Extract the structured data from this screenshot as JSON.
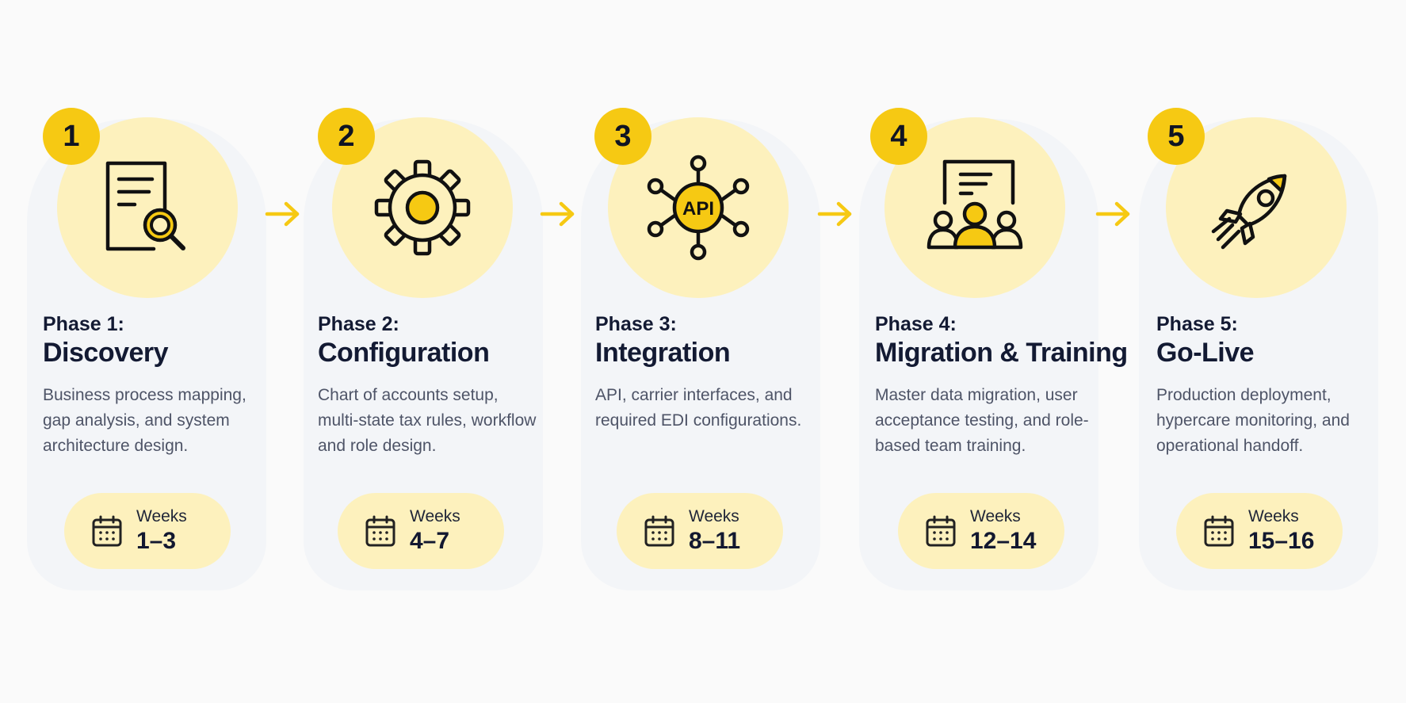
{
  "accent_color": "#f6c913",
  "soft_yellow": "#fdf1bd",
  "phases": [
    {
      "number": "1",
      "phase_label": "Phase 1:",
      "title": "Discovery",
      "description": "Business process mapping, gap analysis, and system architecture design.",
      "icon": "document-search-icon",
      "weeks_label": "Weeks",
      "weeks": "1–3"
    },
    {
      "number": "2",
      "phase_label": "Phase 2:",
      "title": "Configuration",
      "description": "Chart of accounts setup, multi-state tax rules, workflow and role design.",
      "icon": "gear-icon",
      "weeks_label": "Weeks",
      "weeks": "4–7"
    },
    {
      "number": "3",
      "phase_label": "Phase 3:",
      "title": "Integration",
      "description": "API, carrier interfaces, and required EDI configurations.",
      "icon": "api-network-icon",
      "icon_text": "API",
      "weeks_label": "Weeks",
      "weeks": "8–11"
    },
    {
      "number": "4",
      "phase_label": "Phase 4:",
      "title": "Migration & Training",
      "description": "Master data migration, user acceptance testing, and role-based team training.",
      "icon": "presentation-team-icon",
      "weeks_label": "Weeks",
      "weeks": "12–14"
    },
    {
      "number": "5",
      "phase_label": "Phase 5:",
      "title": "Go-Live",
      "description": "Production deployment, hypercare monitoring, and operational handoff.",
      "icon": "rocket-icon",
      "weeks_label": "Weeks",
      "weeks": "15–16"
    }
  ]
}
